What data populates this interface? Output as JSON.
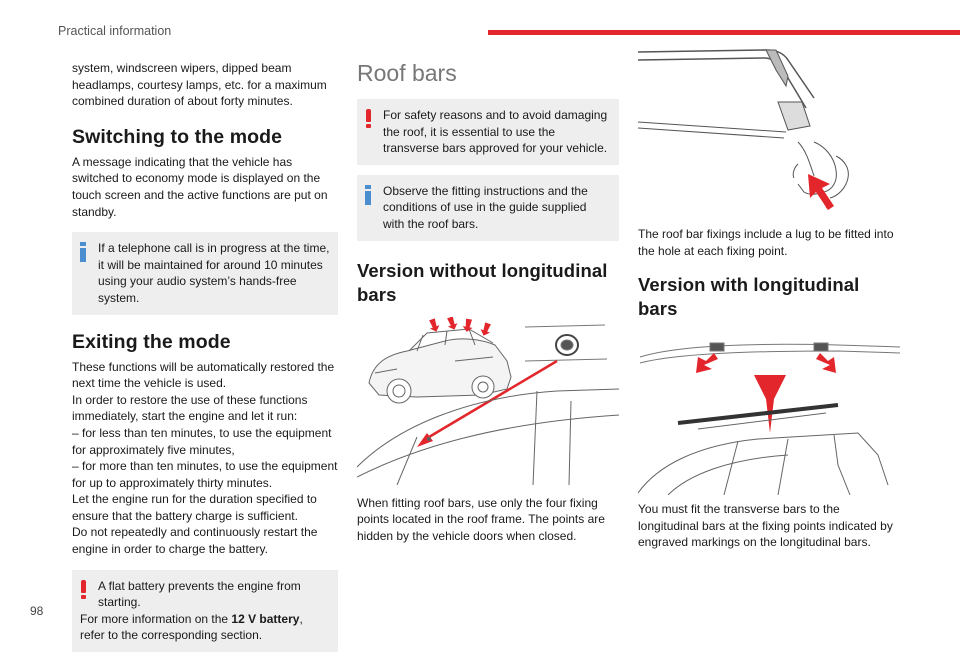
{
  "header": {
    "title": "Practical information"
  },
  "page_number": "98",
  "col1": {
    "intro": "system, windscreen wipers, dipped beam headlamps, courtesy lamps, etc. for a maximum combined duration of about forty minutes.",
    "switching_heading": "Switching to the mode",
    "switching_text": "A message indicating that the vehicle has switched to economy mode is displayed on the touch screen and the active functions are put on standby.",
    "info_note": "If a telephone call is in progress at the time, it will be maintained for around 10 minutes using your audio system’s hands-free system.",
    "exiting_heading": "Exiting the mode",
    "exiting_lines": [
      "These functions will be automatically restored the next time the vehicle is used.",
      "In order to restore the use of these functions immediately, start the engine and let it run:",
      "–  for less than ten minutes, to use the equipment for approximately five minutes,",
      "–  for more than ten minutes, to use the equipment for up to approximately thirty minutes.",
      "Let the engine run for the duration specified to ensure that the battery charge is sufficient.",
      "Do not repeatedly and continuously restart the engine in order to charge the battery."
    ],
    "warn_note_text": "A flat battery prevents the engine from starting.",
    "warn_note_more_prefix": "For more information on the ",
    "warn_note_more_bold": "12 V battery",
    "warn_note_more_suffix": ", refer to the corresponding section."
  },
  "col2": {
    "title": "Roof bars",
    "warn_note": "For safety reasons and to avoid damaging the roof, it is essential to use the transverse bars approved for your vehicle.",
    "info_note": "Observe the fitting instructions and the conditions of use in the guide supplied with the roof bars.",
    "version_without_heading": "Version without longitudinal bars",
    "fitting_text": "When fitting roof bars, use only the four fixing points located in the roof frame. The points are hidden by the vehicle doors when closed."
  },
  "col3": {
    "fixings_text": "The roof bar fixings include a lug to be fitted into the hole at each fixing point.",
    "version_with_heading": "Version with longitudinal bars",
    "must_fit_text": "You must fit the transverse bars to the longitudinal bars at the fixing points indicated by engraved markings on the longitudinal bars."
  },
  "colors": {
    "accent_red": "#e3262b",
    "info_blue": "#4a8ed0",
    "note_bg": "#eeeeee"
  }
}
